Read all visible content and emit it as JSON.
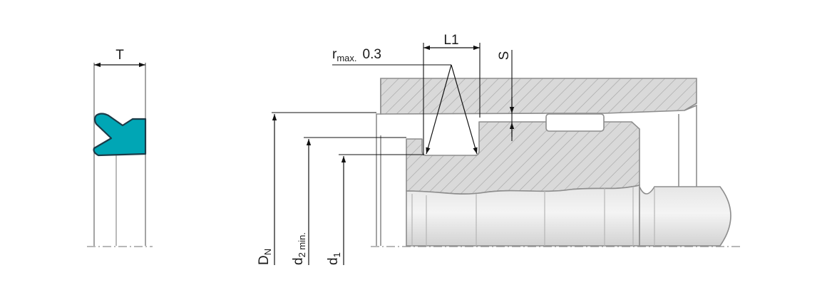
{
  "labels": {
    "T": "T",
    "L1": "L1",
    "S": "S",
    "r_main": "r",
    "r_sub": "max.",
    "r_value": "0.3",
    "DN_main": "D",
    "DN_sub": "N",
    "d2_main": "d",
    "d2_sub": "2 min.",
    "d1_main": "d",
    "d1_sub": "1"
  },
  "colors": {
    "seal": "#00a6b5",
    "seal_outline": "#1b3b48",
    "housing_fill": "#d9d9d9",
    "hatch": "#a9a9a9",
    "outline": "#8d8d8d",
    "dim_line": "#111111"
  }
}
